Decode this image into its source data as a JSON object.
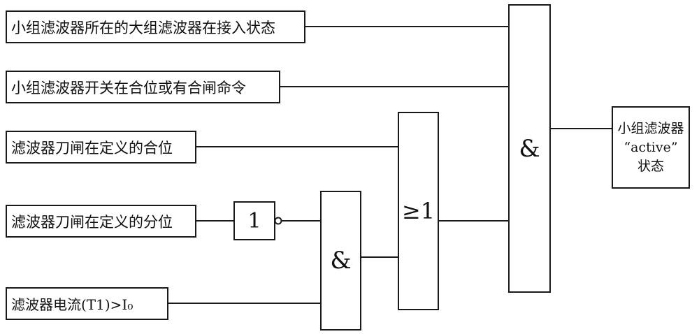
{
  "inputs": {
    "large_group_connected": "小组滤波器所在的大组滤波器在接入状态",
    "switch_closed_or_close_cmd": "小组滤波器开关在合位或有合闸命令",
    "disconnector_defined_closed": "滤波器刀闸在定义的合位",
    "disconnector_defined_open": "滤波器刀闸在定义的分位",
    "filter_current": "滤波器电流(T1)>I₀"
  },
  "gates": {
    "not_gate": "1",
    "and_gate_lower": "&",
    "or_gate": "≥1",
    "and_gate_main": "&"
  },
  "output": {
    "line1": "小组滤波器",
    "line2": "“active”",
    "line3": "状态"
  },
  "colors": {
    "stroke": "#1a1a1a",
    "text": "#111111",
    "background": "#ffffff"
  }
}
